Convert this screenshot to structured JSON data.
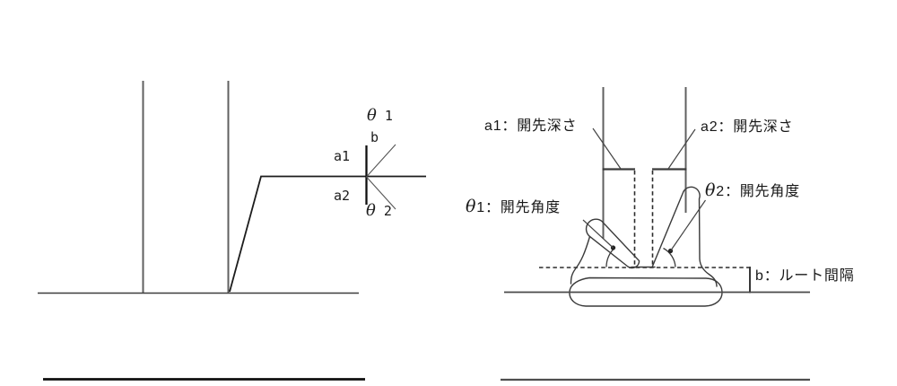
{
  "left_diagram": {
    "description": "weld symbol on leader line",
    "labels": {
      "theta1": {
        "sym": "θ",
        "rest": " 1"
      },
      "b": "b",
      "a1": "a1",
      "a2": "a2",
      "theta2": {
        "sym": "θ",
        "rest": " 2"
      }
    }
  },
  "right_diagram": {
    "description": "groove joint cross-section",
    "labels": {
      "a1": "a1：開先深さ",
      "a2": "a2：開先深さ",
      "theta1": {
        "sym": "θ",
        "rest": "1：開先角度"
      },
      "theta2": {
        "sym": "θ",
        "rest": "2：開先角度"
      },
      "b": "b：ルート間隔"
    }
  },
  "colors": {
    "background": "#ffffff",
    "line": "#4a4a4a",
    "dark_line": "#0f0f0f",
    "wall_gray": "#606060"
  }
}
